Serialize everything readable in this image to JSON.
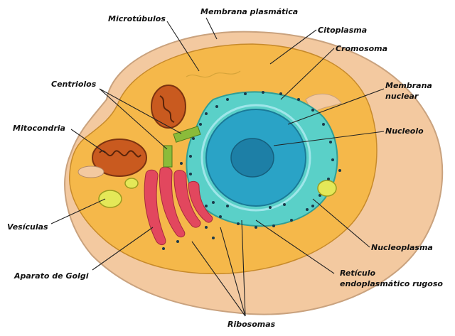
{
  "labels": {
    "microtubulos": "Microtúbulos",
    "membrana_plasmatica": "Membrana plasmática",
    "citoplasma": "Citoplasma",
    "cromosoma": "Cromosoma",
    "membrana_nuclear_1": "Membrana",
    "membrana_nuclear_2": "nuclear",
    "nucleolo": "Nucleolo",
    "centriolos": "Centriolos",
    "mitocondria": "Mitocondria",
    "vesiculas": "Vesículas",
    "aparato_golgi": "Aparato de Golgi",
    "nucleoplasma": "Nucleoplasma",
    "reticulo_1": "Retículo",
    "reticulo_2": "endoplasmático rugoso",
    "ribosomas": "Ribosomas"
  },
  "colors": {
    "cell_outer": "#f3c9a0",
    "cytoplasm": "#f5b84a",
    "er": "#5ad0c8",
    "nucleus": "#2aa3c6",
    "nucleolus": "#1d7fa6",
    "golgi": "#e2475e",
    "mitochondria": "#c95a1f",
    "vesicle": "#e4e858",
    "centriole": "#8bbb3a"
  }
}
